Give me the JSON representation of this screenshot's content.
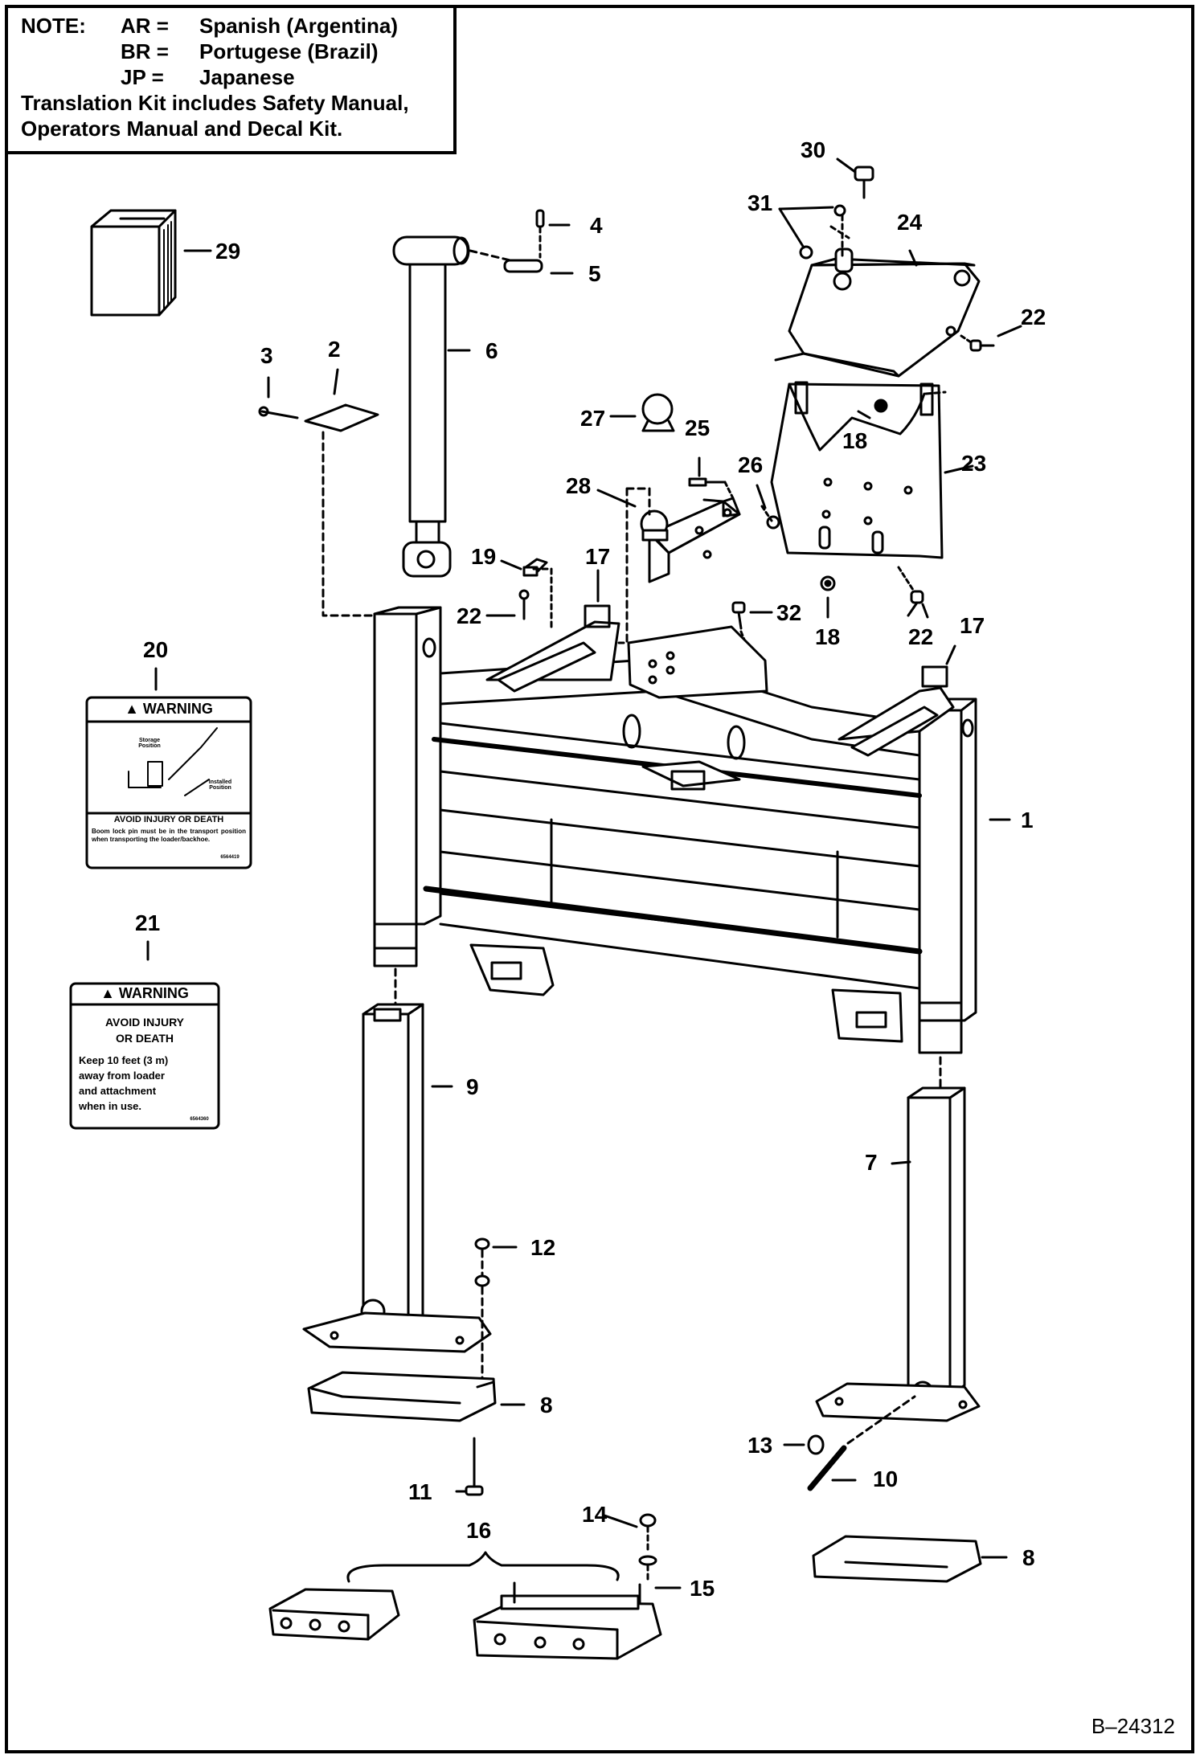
{
  "note": {
    "heading": "NOTE:",
    "lines": [
      {
        "code": "AR",
        "sep": "=",
        "lang": "Spanish (Argentina)"
      },
      {
        "code": "BR",
        "sep": "=",
        "lang": "Portugese (Brazil)"
      },
      {
        "code": "JP",
        "sep": "=",
        "lang": "Japanese"
      }
    ],
    "kit_line_1": "Translation Kit includes Safety Manual,",
    "kit_line_2": "Operators Manual and Decal Kit."
  },
  "callouts": [
    "1",
    "2",
    "3",
    "4",
    "5",
    "6",
    "7",
    "8",
    "8",
    "9",
    "10",
    "11",
    "12",
    "13",
    "14",
    "15",
    "16",
    "17",
    "17",
    "18",
    "18",
    "19",
    "20",
    "21",
    "22",
    "22",
    "22",
    "23",
    "24",
    "25",
    "26",
    "27",
    "28",
    "29",
    "30",
    "31",
    "32"
  ],
  "decal_20": {
    "header": "▲ WARNING",
    "small_1": "Storage",
    "small_2": "Position",
    "small_3": "Installed",
    "small_4": "Position",
    "title": "AVOID INJURY OR DEATH",
    "body": "Boom lock pin must be in the transport position when transporting the loader/backhoe.",
    "code": "6564419"
  },
  "decal_21": {
    "header": "▲ WARNING",
    "title_1": "AVOID INJURY",
    "title_2": "OR DEATH",
    "body_1": "Keep 10 feet (3 m)",
    "body_2": "away from loader",
    "body_3": "and attachment",
    "body_4": "when in use.",
    "code": "6564360"
  },
  "drawing_number": "B–24312",
  "colors": {
    "ink": "#000000",
    "paper": "#ffffff"
  }
}
